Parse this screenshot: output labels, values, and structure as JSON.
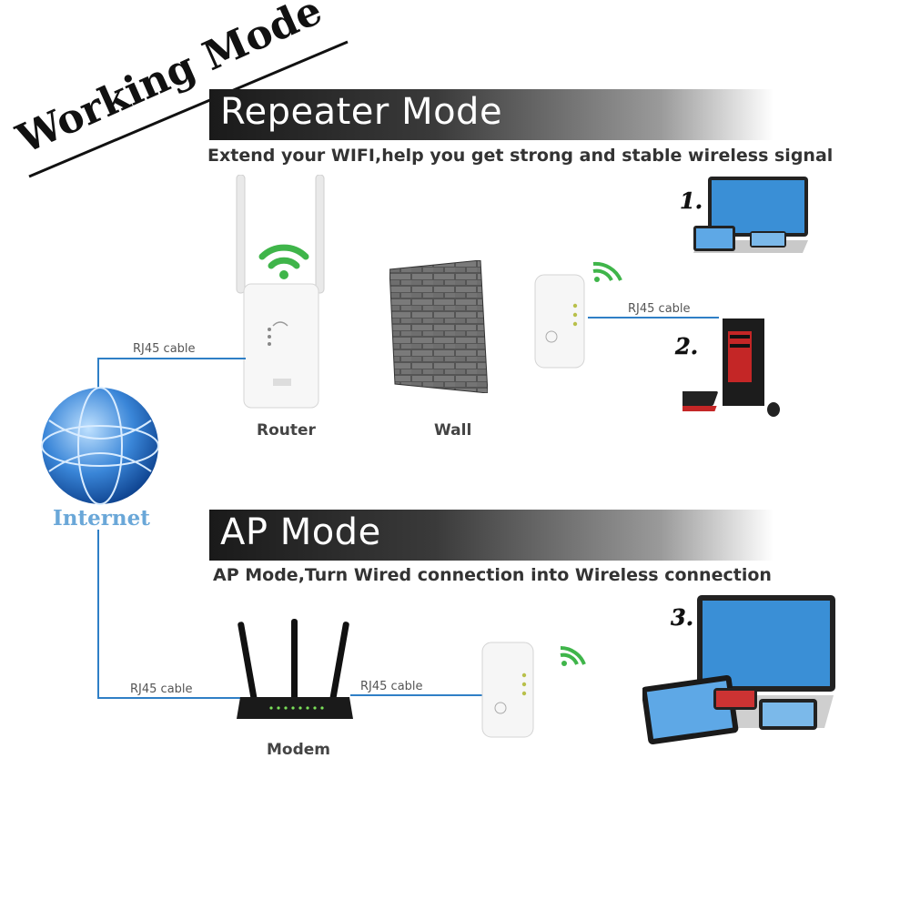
{
  "stamp": {
    "text": "Working Mode"
  },
  "repeater": {
    "title": "Repeater Mode",
    "subtitle": "Extend your WIFI,help you get strong and stable wireless signal",
    "router_label": "Router",
    "wall_label": "Wall",
    "cable_left": "RJ45 cable",
    "cable_right": "RJ45 cable",
    "item1": "1.",
    "item2": "2."
  },
  "internet": {
    "label": "Internet"
  },
  "ap": {
    "title": "AP Mode",
    "subtitle": "AP Mode,Turn Wired connection into Wireless connection",
    "cable_left": "RJ45 cable",
    "cable_right": "RJ45 cable",
    "modem_label": "Modem",
    "item3": "3."
  },
  "colors": {
    "cable": "#2f7fc6",
    "wifi": "#3fb54a",
    "banner_dark": "#1a1a1a"
  }
}
